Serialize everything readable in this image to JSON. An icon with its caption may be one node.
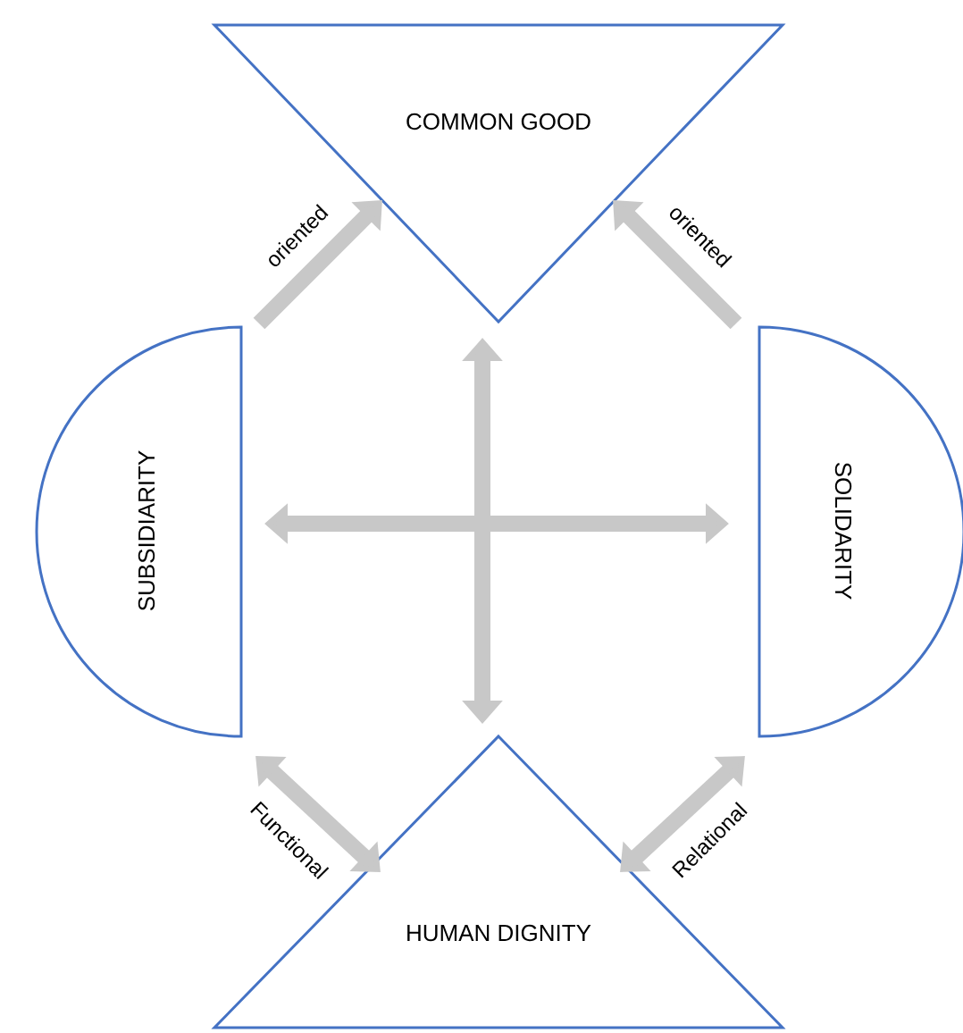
{
  "diagram": {
    "nodes": [
      {
        "text": [
          "COMMON GOOD"
        ]
      },
      {
        "text": [
          "SUBSIDIARITY"
        ]
      },
      {
        "text": [
          "SOLIDARITY"
        ]
      },
      {
        "text": [
          "HUMAN DIGNITY"
        ]
      }
    ],
    "edges": [
      {
        "from": 1,
        "to": 0,
        "arrow": "to",
        "label": "oriented"
      },
      {
        "from": 2,
        "to": 0,
        "arrow": "to",
        "label": "oriented"
      },
      {
        "from": 1,
        "to": 2,
        "arrow": "both"
      },
      {
        "from": 0,
        "to": 3,
        "arrow": "both"
      },
      {
        "from": 1,
        "to": 3,
        "arrow": "both",
        "label": "Functional"
      },
      {
        "from": 2,
        "to": 3,
        "arrow": "both",
        "label": "Relational"
      }
    ]
  }
}
